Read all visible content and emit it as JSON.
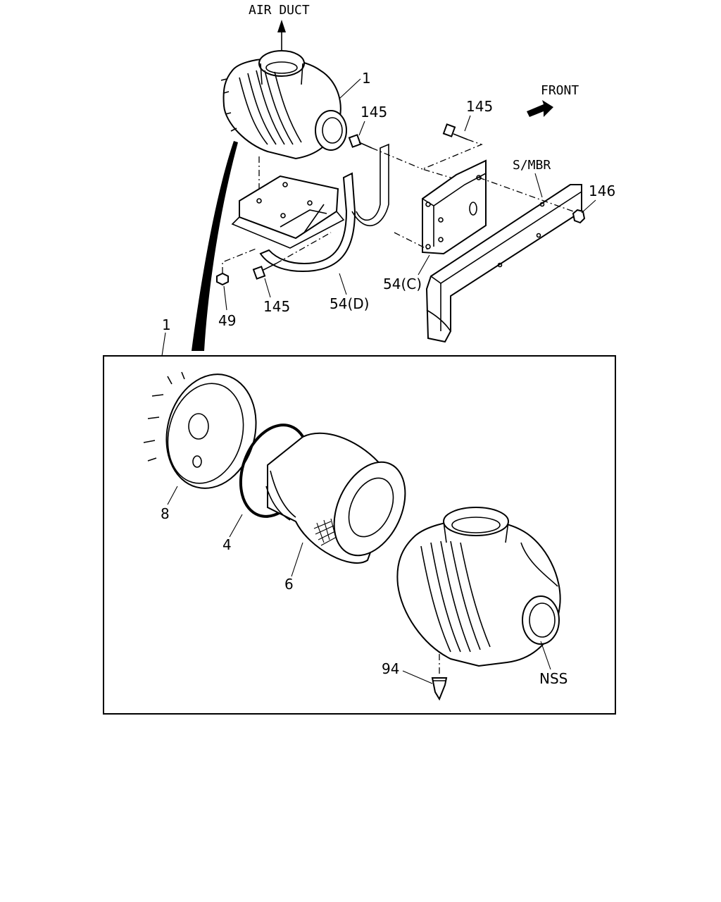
{
  "labels": {
    "air_duct": "AIR DUCT",
    "front": "FRONT",
    "s_mbr": "S/MBR",
    "assembly_top": "1",
    "assembly_detail": "1",
    "bolt_145_a": "145",
    "bolt_145_b": "145",
    "bolt_145_c": "145",
    "nut_146": "146",
    "bracket_54c": "54(C)",
    "bracket_54d": "54(D)",
    "nut_49": "49",
    "cover_8": "8",
    "gasket_4": "4",
    "element_6": "6",
    "valve_94": "94",
    "nss": "NSS"
  },
  "colors": {
    "line": "#000000",
    "background": "#ffffff"
  }
}
